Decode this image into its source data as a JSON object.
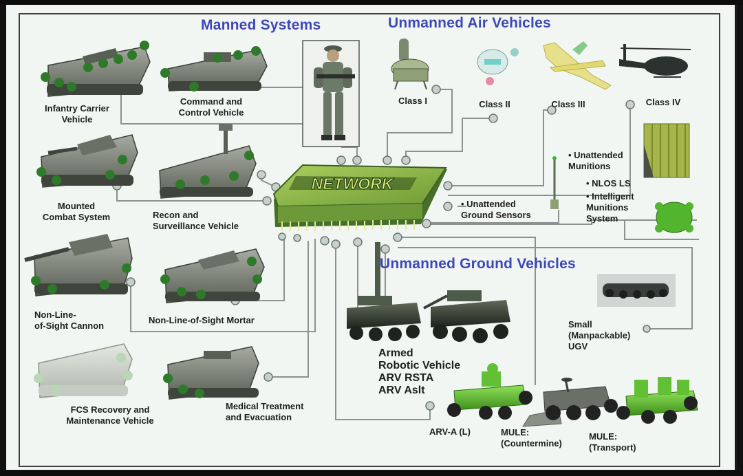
{
  "titles": {
    "manned": "Manned Systems",
    "uav": "Unmanned Air Vehicles",
    "ugv": "Unmanned Ground Vehicles"
  },
  "network_label": "NETWORK",
  "manned": {
    "infantry_carrier": "Infantry Carrier\nVehicle",
    "command_control": "Command and\nControl Vehicle",
    "mounted_combat": "Mounted\nCombat System",
    "recon_surveillance": "Recon and\nSurveillance Vehicle",
    "nlos_cannon": "Non-Line-\nof-Sight Cannon",
    "nlos_mortar": "Non-Line-of-Sight Mortar",
    "recovery_maintenance": "FCS Recovery and\nMaintenance Vehicle",
    "medical": "Medical Treatment\nand Evacuation"
  },
  "uav": {
    "class1": "Class I",
    "class2": "Class II",
    "class3": "Class III",
    "class4": "Class IV"
  },
  "munitions": {
    "unattended_munitions": "• Unattended\n   Munitions",
    "nlos_ls": "• NLOS LS",
    "intelligent": "• Intelligent\n   Munitions\n   System",
    "ground_sensors": "• Unattended\n  Ground Sensors"
  },
  "ugv": {
    "small": "Small\n(Manpackable)\nUGV",
    "arv": "Armed\nRobotic Vehicle\nARV RSTA\nARV Aslt",
    "arv_a_l": "ARV-A (L)",
    "mule_countermine": "MULE:\n(Countermine)",
    "mule_transport": "MULE:\n(Transport)"
  },
  "colors": {
    "title_blue": "#3e47b8",
    "vehicle_body": "#7f8479",
    "vehicle_dark": "#3f443d",
    "chip_green": "#8fb84a",
    "chip_dark": "#46702a",
    "robot_green": "#5bbd2e",
    "link_line": "#8a938e",
    "node_fill": "#c8d0cc"
  }
}
